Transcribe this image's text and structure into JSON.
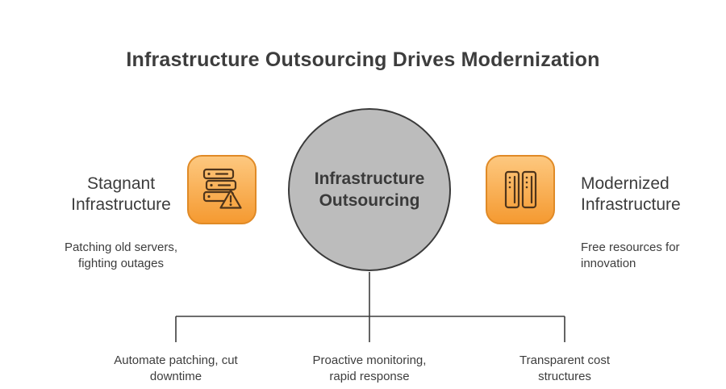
{
  "title": "Infrastructure Outsourcing Drives Modernization",
  "center": {
    "label": "Infrastructure\nOutsourcing"
  },
  "left": {
    "heading": "Stagnant\nInfrastructure",
    "description": "Patching old servers,\nfighting outages",
    "icon": "server-warning-icon"
  },
  "right": {
    "heading": "Modernized\nInfrastructure",
    "description": "Free resources for\ninnovation",
    "icon": "server-rack-icon"
  },
  "bottom_items": [
    {
      "label": "Automate patching, cut\ndowntime"
    },
    {
      "label": "Proactive monitoring,\nrapid response"
    },
    {
      "label": "Transparent cost\nstructures"
    }
  ],
  "colors": {
    "text_dark": "#3d3d3d",
    "circle_fill": "#bcbcbc",
    "circle_stroke": "#3a3a3a",
    "icon_gradient_top": "#fdc87f",
    "icon_gradient_bottom": "#f59a31",
    "icon_border": "#e08a26",
    "icon_stroke": "#4f351b",
    "line_color": "#3d3d3d",
    "warning_triangle_fill": "#f8a847"
  }
}
